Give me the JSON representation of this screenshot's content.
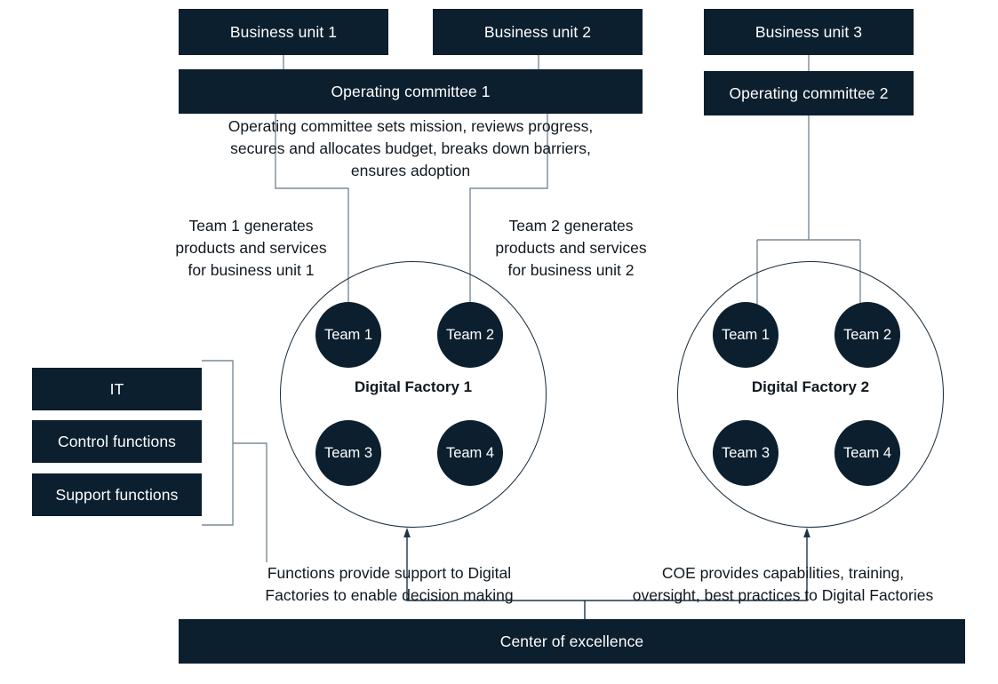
{
  "diagram": {
    "title": "Digital Factory operating model",
    "colors": {
      "box_fill": "#0b1f2f",
      "box_text": "#ffffff",
      "note_text": "#101820",
      "connector": "#7c8a96",
      "ring_stroke": "#16293a",
      "background": "#ffffff"
    }
  },
  "business_units": [
    {
      "label": "Business unit 1"
    },
    {
      "label": "Business unit 2"
    },
    {
      "label": "Business unit 3"
    }
  ],
  "operating_committees": [
    {
      "label": "Operating committee 1"
    },
    {
      "label": "Operating committee 2"
    }
  ],
  "notes": {
    "committee": "Operating committee sets mission, reviews progress,\nsecures and allocates budget, breaks down barriers,\nensures adoption",
    "team1": "Team 1 generates\nproducts and services\nfor business unit 1",
    "team2": "Team 2 generates\nproducts and services\nfor business unit 2",
    "functions": "Functions provide support to Digital\nFactories to enable decision making",
    "coe": "COE provides capabilities, training,\noversight, best practices to Digital Factories"
  },
  "functions": [
    {
      "label": "IT"
    },
    {
      "label": "Control functions"
    },
    {
      "label": "Support functions"
    }
  ],
  "factories": [
    {
      "label": "Digital Factory 1",
      "teams": [
        {
          "label": "Team 1"
        },
        {
          "label": "Team 2"
        },
        {
          "label": "Team 3"
        },
        {
          "label": "Team 4"
        }
      ]
    },
    {
      "label": "Digital Factory 2",
      "teams": [
        {
          "label": "Team 1"
        },
        {
          "label": "Team 2"
        },
        {
          "label": "Team 3"
        },
        {
          "label": "Team 4"
        }
      ]
    }
  ],
  "center_of_excellence": {
    "label": "Center of excellence"
  }
}
